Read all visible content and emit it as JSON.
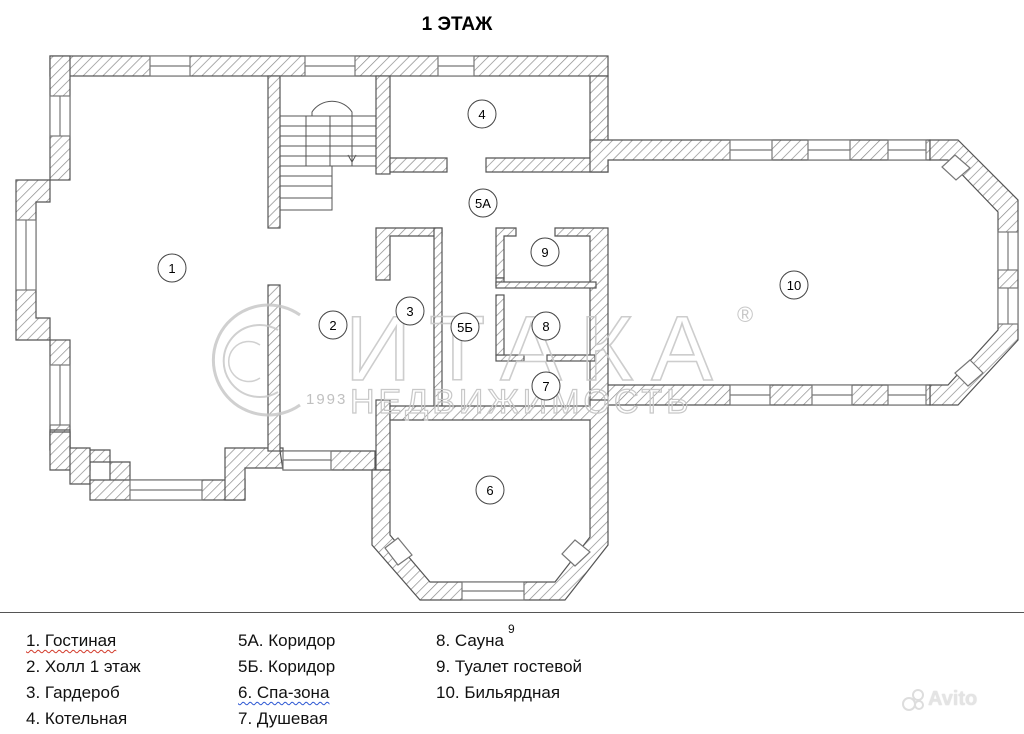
{
  "title": "1 ЭТАЖ",
  "rooms": [
    {
      "id": "1"
    },
    {
      "id": "2"
    },
    {
      "id": "3"
    },
    {
      "id": "4"
    },
    {
      "id": "5А"
    },
    {
      "id": "5Б"
    },
    {
      "id": "6"
    },
    {
      "id": "7"
    },
    {
      "id": "8"
    },
    {
      "id": "9"
    },
    {
      "id": "10"
    }
  ],
  "watermark": {
    "brand": "ИТАКА",
    "reg": "®",
    "year": "1993",
    "sub": "НЕДВИЖИМОСТЬ"
  },
  "legend": {
    "col1": [
      "1. Гостиная",
      "2. Холл 1 этаж",
      "3. Гардероб",
      "4. Котельная"
    ],
    "col2": [
      "5А. Коридор",
      "5Б. Коридор",
      "6. Спа-зона",
      "7. Душевая"
    ],
    "col3": [
      "8. Сауна",
      "9. Туалет гостевой",
      "10. Бильярдная"
    ],
    "page_mark": "9"
  },
  "avito": {
    "text": "Avito"
  },
  "colors": {
    "wall": "#555555",
    "hatch": "#8a8a8a",
    "window": "#9a9a9a",
    "watermark": "#c8c8c8"
  }
}
